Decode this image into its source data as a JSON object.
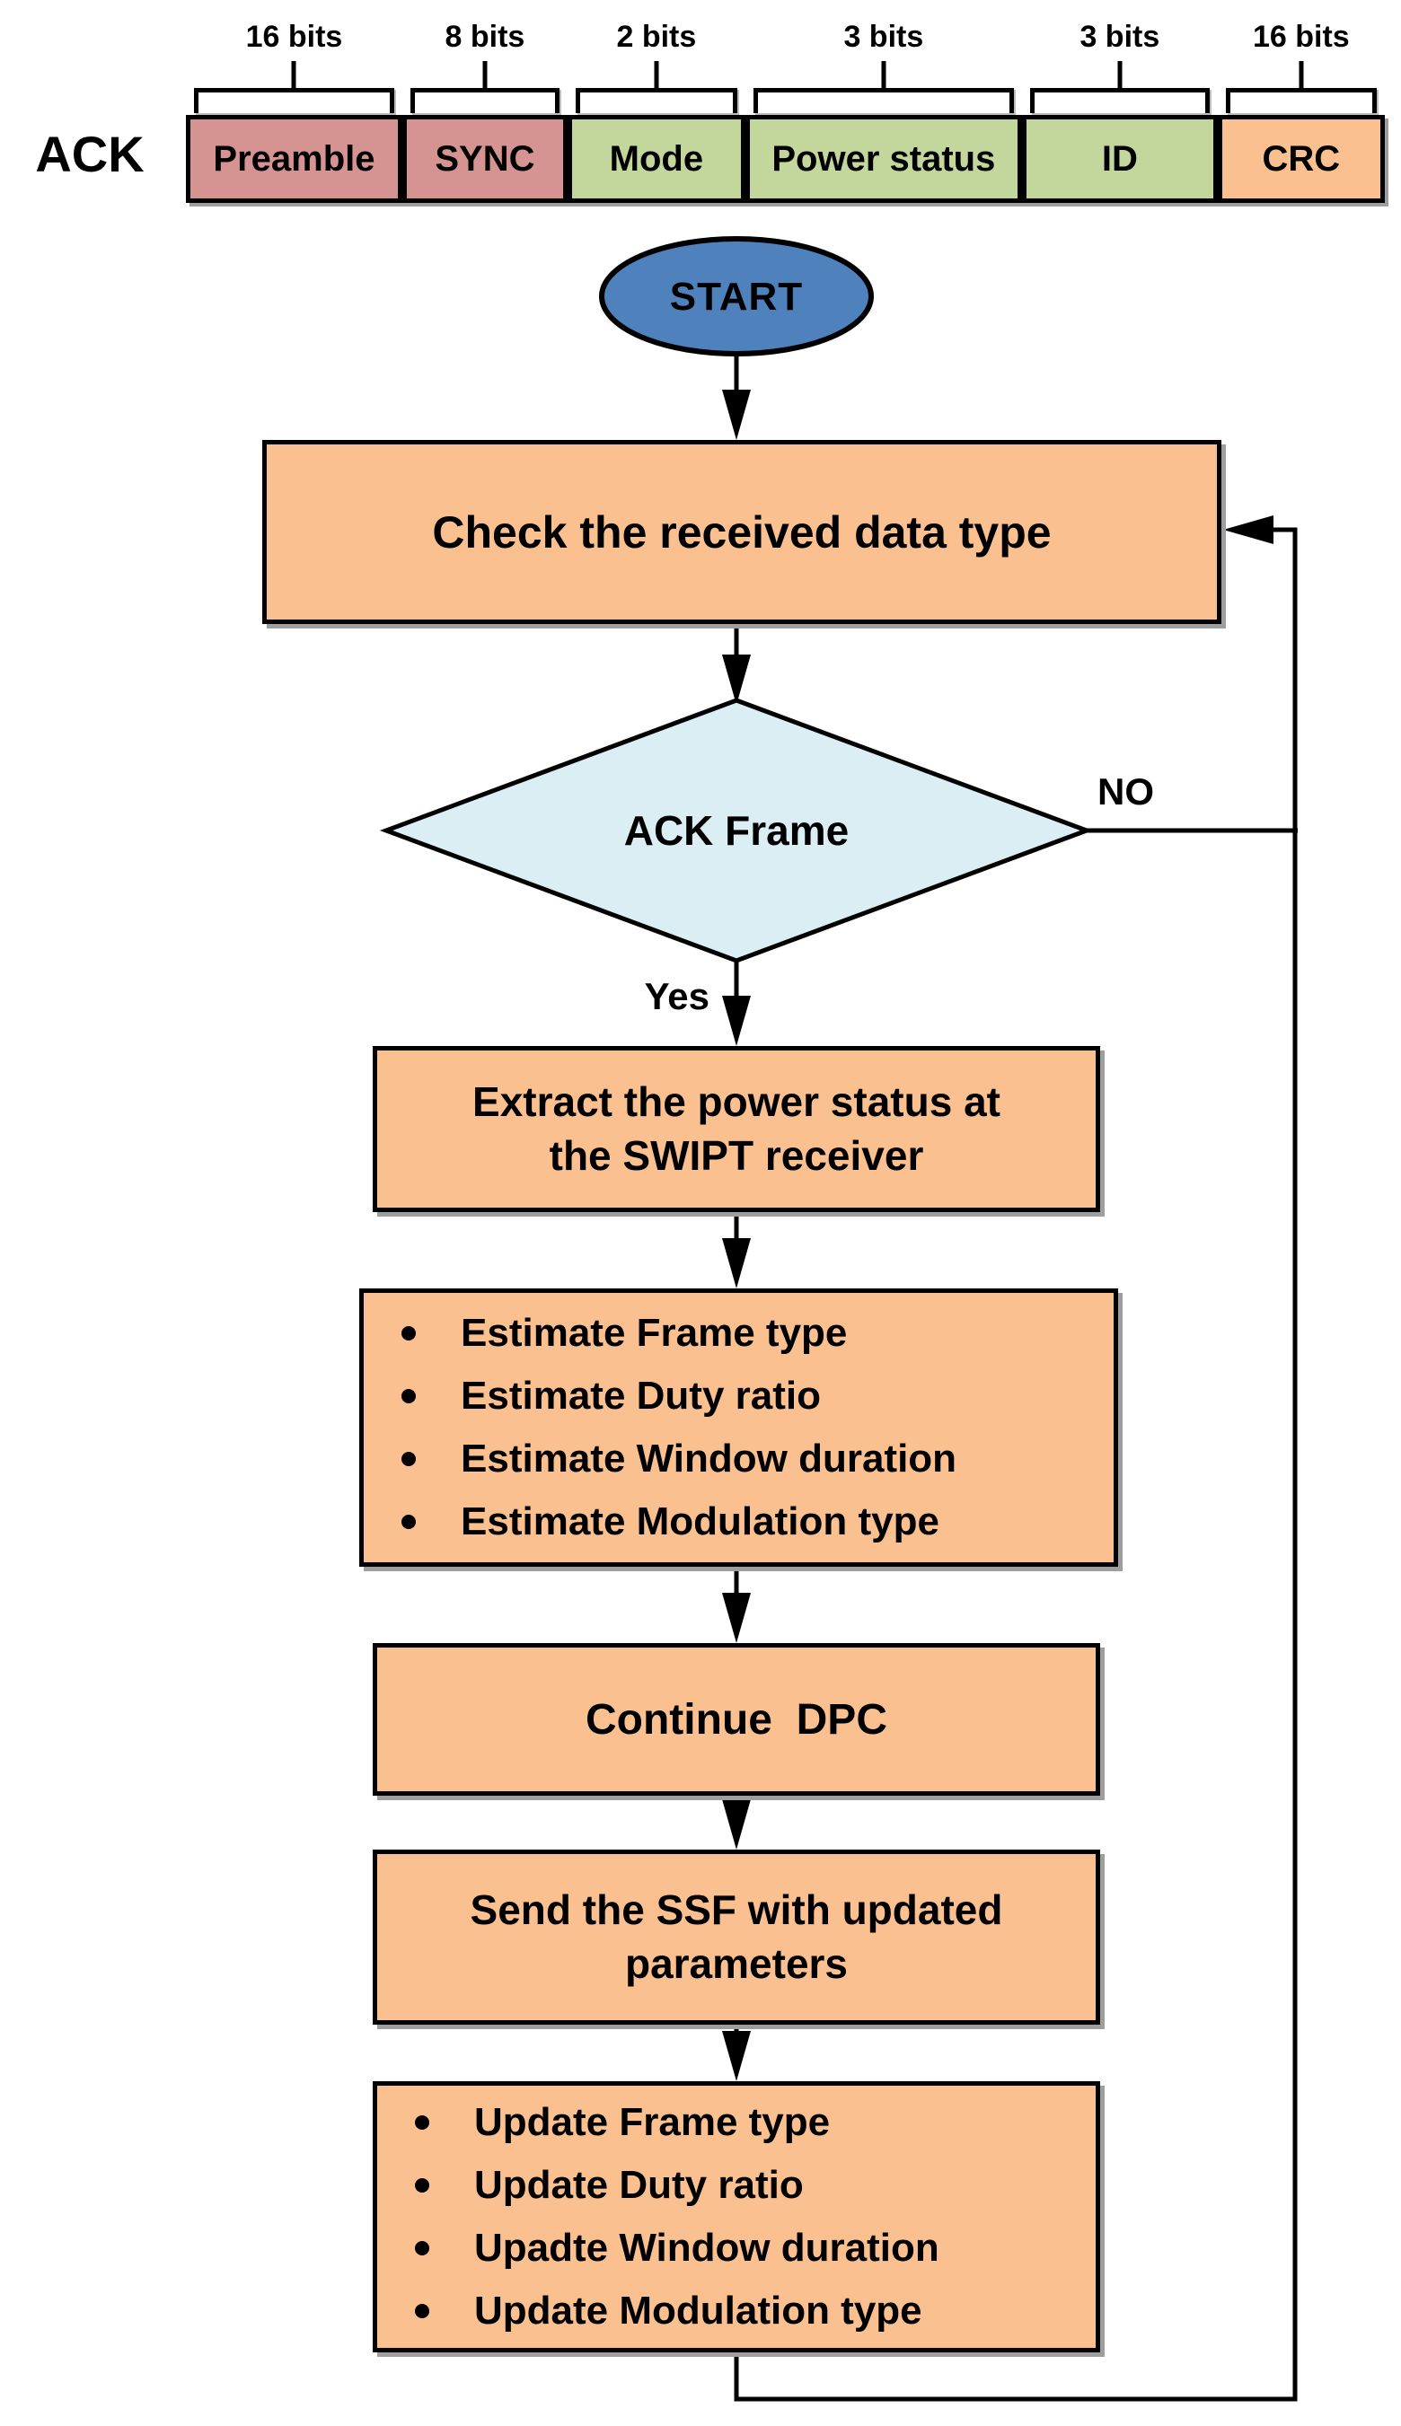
{
  "frame": {
    "row_label": "ACK",
    "fields": [
      {
        "label": "Preamble",
        "bits": "16 bits",
        "color": "#D59492"
      },
      {
        "label": "SYNC",
        "bits": "8 bits",
        "color": "#D59492"
      },
      {
        "label": "Mode",
        "bits": "2 bits",
        "color": "#C3D69B"
      },
      {
        "label": "Power status",
        "bits": "3 bits",
        "color": "#C3D69B"
      },
      {
        "label": "ID",
        "bits": "3 bits",
        "color": "#C3D69B"
      },
      {
        "label": "CRC",
        "bits": "16 bits",
        "color": "#FAC090"
      }
    ]
  },
  "flowchart": {
    "start_label": "START",
    "check_box": "Check the received data type",
    "decision_label": "ACK Frame",
    "no_label": "NO",
    "yes_label": "Yes",
    "extract_box": {
      "line1": "Extract the power status at",
      "line2": "the SWIPT receiver"
    },
    "estimate_box": {
      "items": [
        "Estimate Frame type",
        "Estimate Duty ratio",
        "Estimate Window duration",
        "Estimate Modulation type"
      ]
    },
    "continue_box": "Continue  DPC",
    "ssf_box": {
      "line1": "Send the SSF with updated",
      "line2": "parameters"
    },
    "update_box": {
      "items": [
        "Update Frame type",
        "Update Duty ratio",
        "Upadte Window duration",
        "Update Modulation type"
      ]
    },
    "colors": {
      "process_fill": "#FAC090",
      "start_fill": "#4F81BD",
      "decision_fill": "#DAEEF3",
      "line": "#000000"
    }
  }
}
